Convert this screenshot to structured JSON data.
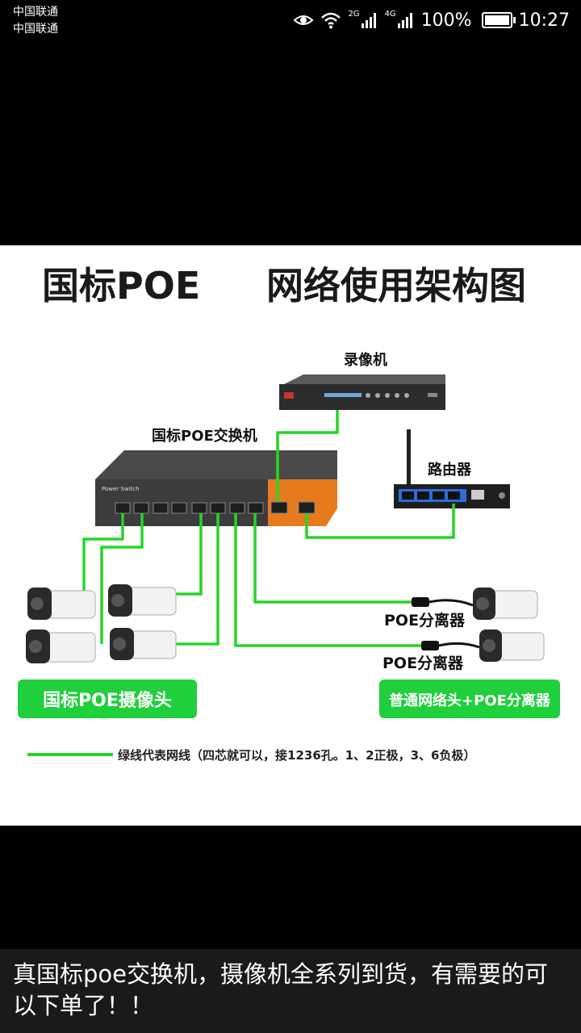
{
  "status_bar": {
    "carrier_1": "中国联通",
    "carrier_2": "中国联通",
    "net_2g": "2G",
    "net_4g": "4G",
    "battery": "100%",
    "time": "10:27"
  },
  "diagram": {
    "title_left": "国标POE",
    "title_right": "网络使用架构图",
    "nvr_label": "录像机",
    "switch_label": "国标POE交换机",
    "router_label": "路由器",
    "splitter_label_1": "POE分离器",
    "splitter_label_2": "POE分离器",
    "badge_left": "国标POE摄像头",
    "badge_right": "普通网络头+POE分离器",
    "legend_text": "绿线代表网线（四芯就可以，接1236孔。1、2正极，3、6负极）",
    "switch_brand": "Power Switch",
    "colors": {
      "wire": "#28d428",
      "badge": "#1fcf3b",
      "switch_body": "#3c3c3c",
      "switch_orange": "#e87a1e"
    }
  },
  "caption": {
    "text": "真国标poe交换机，摄像机全系列到货，有需要的可以下单了！！"
  }
}
